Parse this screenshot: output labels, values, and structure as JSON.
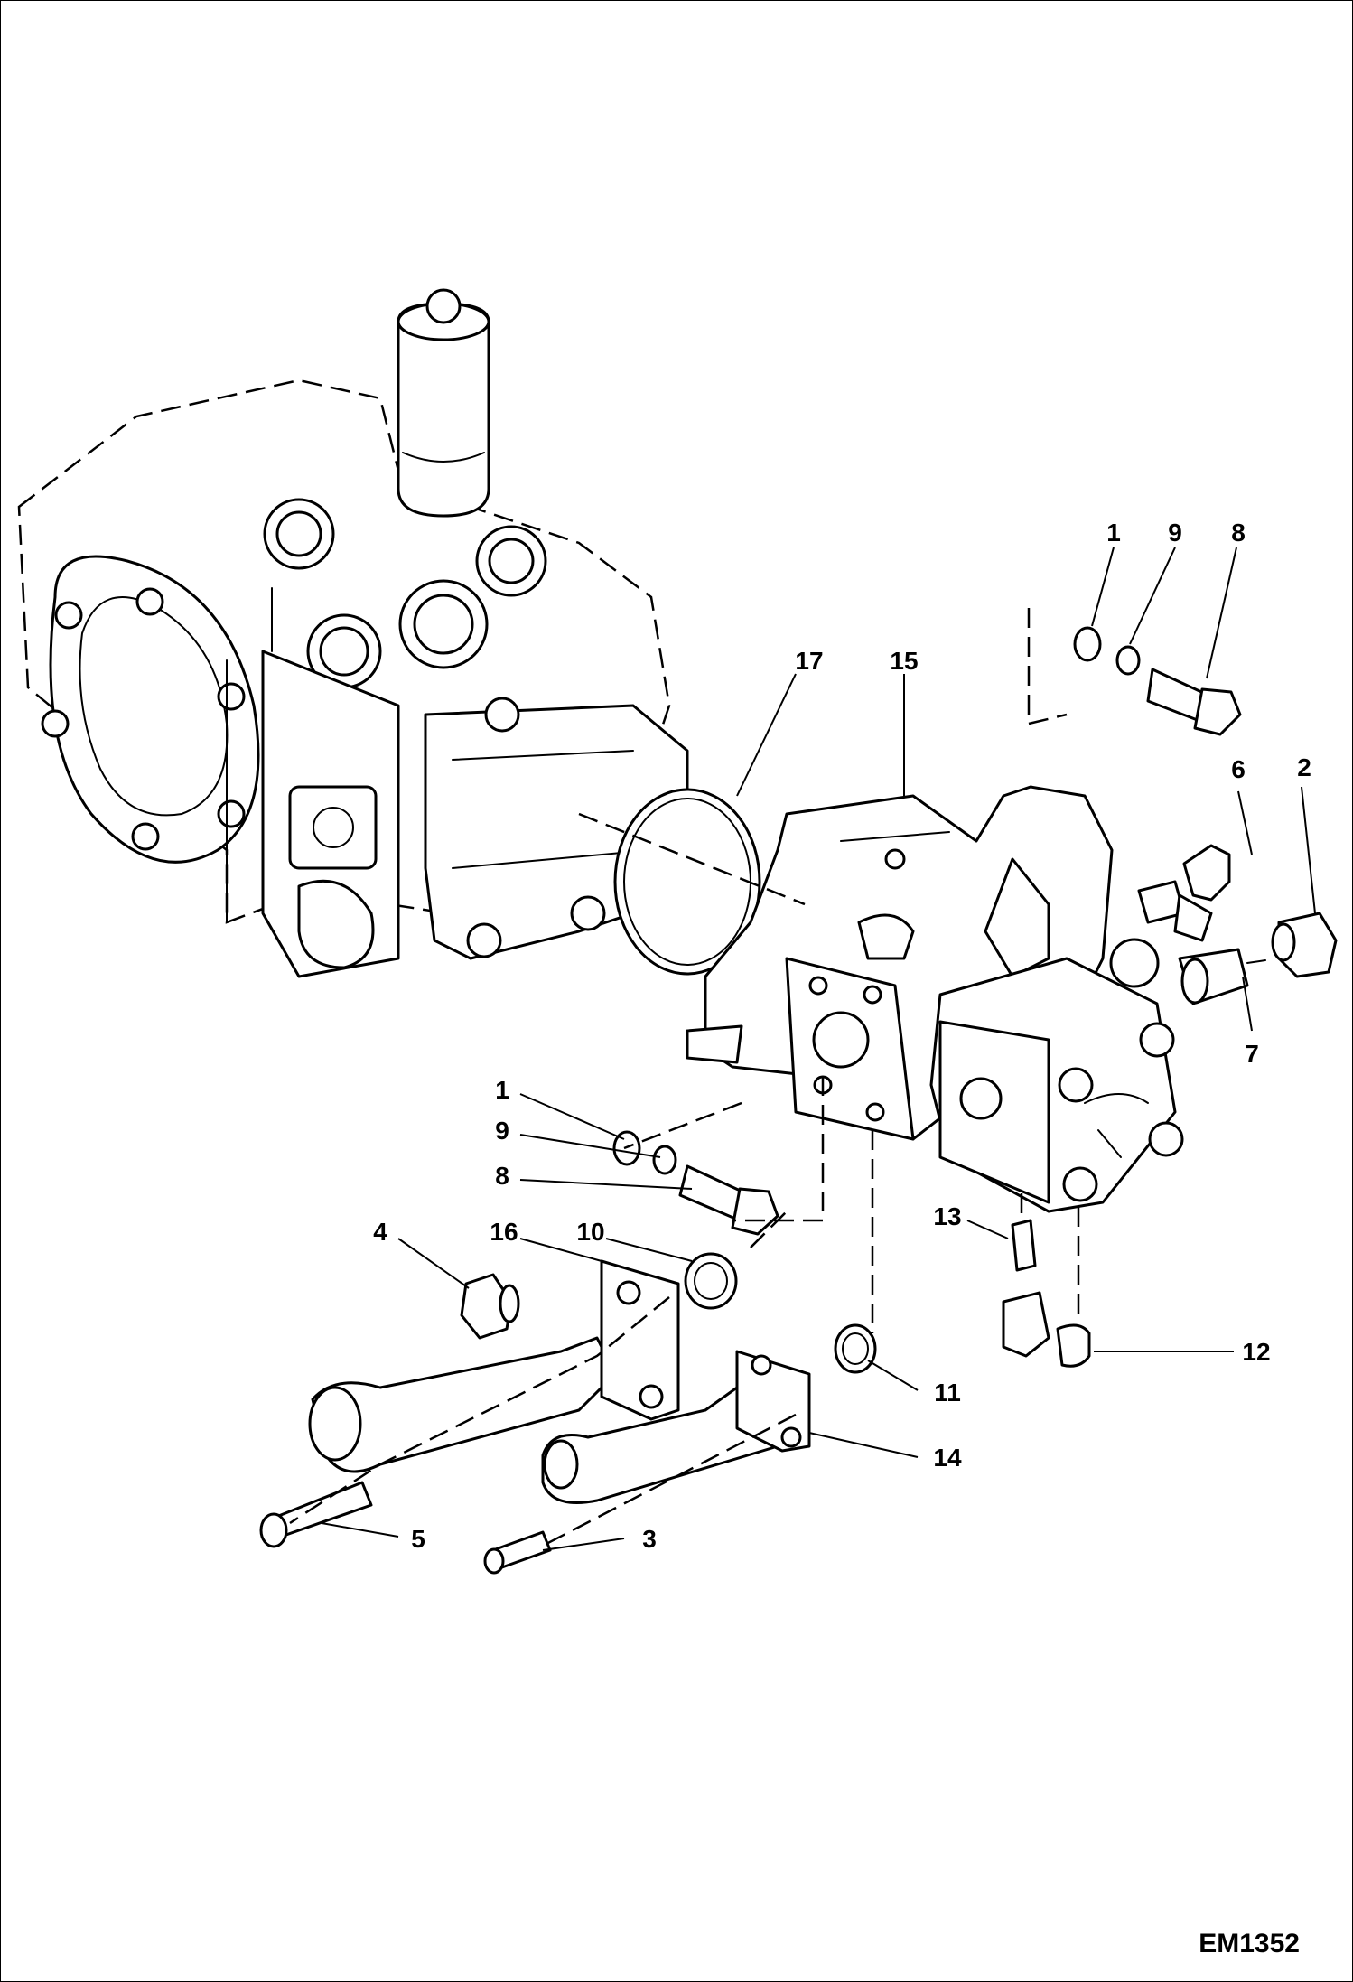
{
  "figure_code": "EM1352",
  "callouts": [
    {
      "id": "c1a",
      "label": "1"
    },
    {
      "id": "c9a",
      "label": "9"
    },
    {
      "id": "c8a",
      "label": "8"
    },
    {
      "id": "c17",
      "label": "17"
    },
    {
      "id": "c15",
      "label": "15"
    },
    {
      "id": "c6",
      "label": "6"
    },
    {
      "id": "c2",
      "label": "2"
    },
    {
      "id": "c7",
      "label": "7"
    },
    {
      "id": "c1b",
      "label": "1"
    },
    {
      "id": "c9b",
      "label": "9"
    },
    {
      "id": "c8b",
      "label": "8"
    },
    {
      "id": "c4",
      "label": "4"
    },
    {
      "id": "c16",
      "label": "16"
    },
    {
      "id": "c10",
      "label": "10"
    },
    {
      "id": "c13",
      "label": "13"
    },
    {
      "id": "c12",
      "label": "12"
    },
    {
      "id": "c11",
      "label": "11"
    },
    {
      "id": "c14",
      "label": "14"
    },
    {
      "id": "c5",
      "label": "5"
    },
    {
      "id": "c3",
      "label": "3"
    }
  ]
}
